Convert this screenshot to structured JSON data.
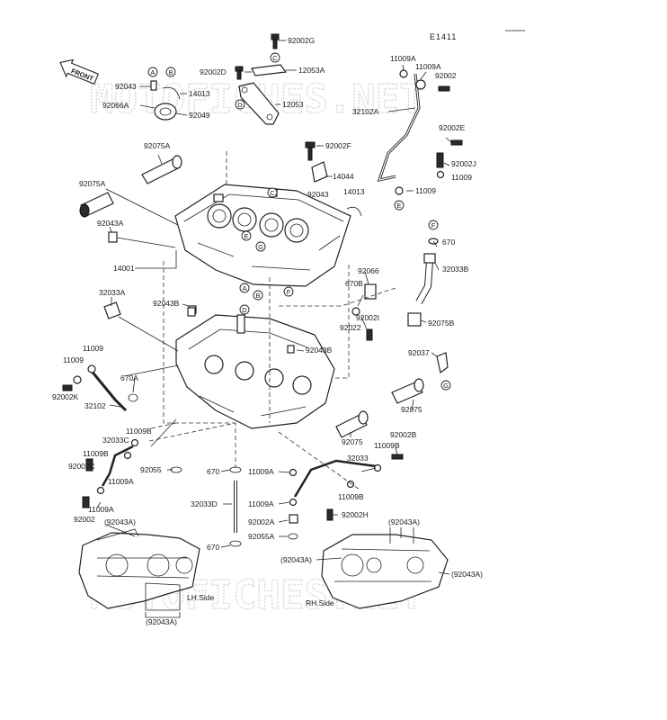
{
  "header": {
    "diagram_code": "E1411"
  },
  "front_arrow": {
    "label": "FRONT"
  },
  "watermarks": [
    "MOTOFICHES.NET",
    "MOTOFICHES.NET"
  ],
  "callouts": [
    "A",
    "B",
    "C",
    "D",
    "E",
    "F",
    "G"
  ],
  "side_labels": {
    "lh": "LH.Side",
    "rh": "RH.Side"
  },
  "ref_labels": {
    "lh_top": "(92043A)",
    "lh_bottom": "(92043A)",
    "rh_top": "(92043A)",
    "rh_left": "(92043A)",
    "rh_right": "(92043A)"
  },
  "parts": [
    "92002G",
    "92002D",
    "12053A",
    "12053",
    "92043",
    "14013",
    "92066A",
    "92049",
    "11009A",
    "11009A",
    "92002",
    "32102A",
    "92002E",
    "92002J",
    "11009",
    "11009",
    "92075A",
    "92002F",
    "14044",
    "92043",
    "14013",
    "92075A",
    "92043A",
    "670",
    "32033B",
    "14001",
    "92066",
    "670B",
    "32033A",
    "92043B",
    "92002I",
    "92022",
    "92075B",
    "92043B",
    "92037",
    "11009",
    "11009",
    "92002K",
    "32102",
    "670A",
    "92075",
    "11009B",
    "32033C",
    "92075",
    "92002B",
    "11009B",
    "92055",
    "670",
    "11009A",
    "32033",
    "92002C",
    "11009A",
    "11009B",
    "11009A",
    "92002",
    "32033D",
    "11009A",
    "92002A",
    "92002H",
    "92055A",
    "670"
  ]
}
